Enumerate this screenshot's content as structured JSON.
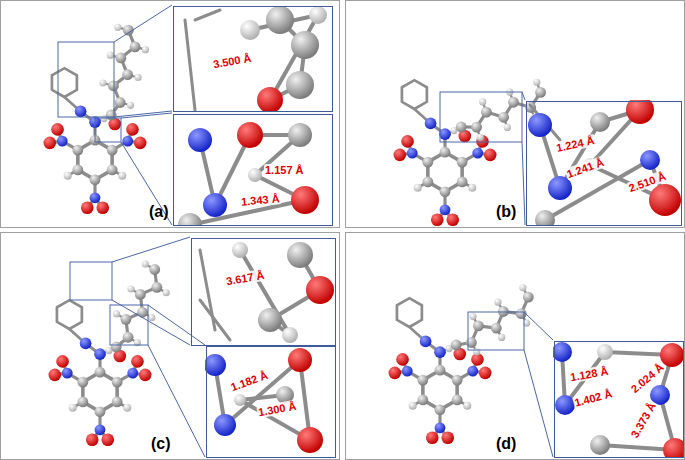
{
  "diagram": {
    "nodes": [
      {
        "text": [
          "(a)"
        ]
      },
      {
        "text": [
          "3.500 Å"
        ],
        "in": 0
      },
      {
        "text": [
          "1.157 Å",
          "1.343 Å"
        ],
        "in": 0
      },
      {
        "text": [
          "(b)"
        ]
      },
      {
        "text": [
          "1.224 Å",
          "1.241 Å",
          "2.510 Å"
        ],
        "in": 3
      },
      {
        "text": [
          "(c)"
        ]
      },
      {
        "text": [
          "3.617 Å"
        ],
        "in": 5
      },
      {
        "text": [
          "1.182 Å",
          "1.300 Å"
        ],
        "in": 5
      },
      {
        "text": [
          "(d)"
        ]
      },
      {
        "text": [
          "1.128 Å",
          "2.024 Å",
          "1.402 Å",
          "3.373 Å"
        ],
        "in": 8
      }
    ]
  }
}
